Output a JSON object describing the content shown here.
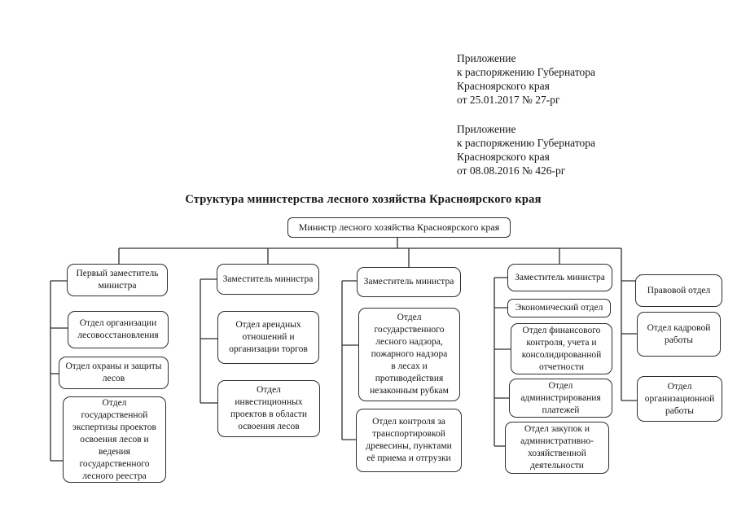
{
  "annexes": [
    {
      "lines": [
        "Приложение",
        "к распоряжению Губернатора",
        "Красноярского края",
        "от 25.01.2017 № 27-рг"
      ]
    },
    {
      "lines": [
        "Приложение",
        "к распоряжению Губернатора",
        "Красноярского края",
        "от 08.08.2016 № 426-рг"
      ]
    }
  ],
  "title": "Структура министерства лесного хозяйства Красноярского края",
  "org": {
    "root": "Министр лесного хозяйства Красноярского края",
    "columns": [
      {
        "head": "Первый заместитель\nминистра",
        "children": [
          "Отдел организации\nлесовосстановления",
          "Отдел охраны и защиты\nлесов",
          "Отдел\nгосударственной\nэкспертизы проектов\nосвоения лесов и\nведения\nгосударственного\nлесного реестра"
        ]
      },
      {
        "head": "Заместитель министра",
        "children": [
          "Отдел арендных\nотношений и\nорганизации торгов",
          "Отдел\nинвестиционных\nпроектов в области\nосвоения лесов"
        ]
      },
      {
        "head": "Заместитель министра",
        "children": [
          "Отдел\nгосударственного\nлесного надзора,\nпожарного надзора\nв лесах и\nпротиводействия\nнезаконным рубкам",
          "Отдел контроля за\nтранспортировкой\nдревесины, пунктами\nеё приема и отгрузки"
        ]
      },
      {
        "head": "Заместитель министра",
        "children": [
          "Экономический отдел",
          "Отдел финансового\nконтроля, учета и\nконсолидированной\nотчетности",
          "Отдел\nадминистрирования\nплатежей",
          "Отдел закупок и\nадминистративно-\nхозяйственной\nдеятельности"
        ]
      },
      {
        "head": null,
        "children": [
          "Правовой отдел",
          "Отдел кадровой\nработы",
          "Отдел\nорганизационной\nработы"
        ]
      }
    ]
  },
  "colors": {
    "ink": "#161616",
    "line": "#2e2e2e",
    "paper": "#ffffff"
  }
}
